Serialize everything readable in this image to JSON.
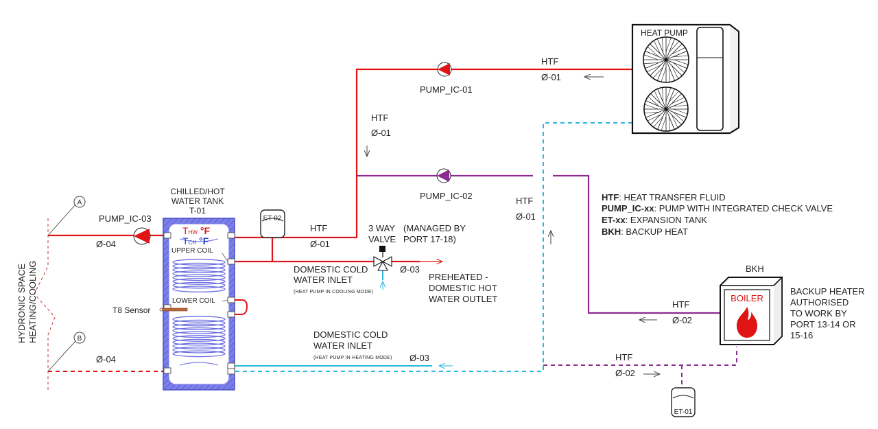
{
  "colors": {
    "red": "#e01414",
    "purple": "#8e2a92",
    "cyan": "#29b6df",
    "tank": "#6a6ee0",
    "dash": "#c03030"
  },
  "labels": {
    "heat_pump": "HEAT PUMP",
    "pump_ic_01": "PUMP_IC-01",
    "pump_ic_02": "PUMP_IC-02",
    "pump_ic_03": "PUMP_IC-03",
    "htf": "HTF",
    "d01": "Ø-01",
    "d02": "Ø-02",
    "d03": "Ø-03",
    "d04": "Ø-04",
    "tank_title_1": "CHILLED/HOT",
    "tank_title_2": "WATER TANK",
    "tank_id": "T-01",
    "thw": "T",
    "thw_sub": "HW",
    "tch": "T",
    "tch_sub": "CH",
    "deg_f": "°F",
    "upper_coil": "UPPER COIL",
    "lower_coil": "LOWER COIL",
    "t8_sensor": "T8 Sensor",
    "et02": "ET-02",
    "et01": "ET-01",
    "three_way_1": "3 WAY",
    "three_way_2": "VALVE",
    "managed_1": "(MANAGED BY",
    "managed_2": "PORT 17-18)",
    "dcw_inlet_1": "DOMESTIC COLD",
    "dcw_inlet_2": "WATER INLET",
    "hp_cooling_mode": "(HEAT PUMP IN COOLING MODE)",
    "hp_heating_mode": "(HEAT PUMP IN HEATING MODE)",
    "preheated_1": "PREHEATED -",
    "preheated_2": "DOMESTIC HOT",
    "preheated_3": "WATER OUTLET",
    "bkh": "BKH",
    "boiler": "BOILER",
    "backup_1": "BACKUP HEATER",
    "backup_2": "AUTHORISED",
    "backup_3": "TO WORK BY",
    "backup_4": "PORT 13-14 OR",
    "backup_5": "15-16",
    "hydronic_1": "HYDRONIC SPACE",
    "hydronic_2": "HEATING/COOLING",
    "point_a": "A",
    "point_b": "B"
  },
  "legend": [
    {
      "key": "HTF",
      "desc": ": HEAT TRANSFER FLUID"
    },
    {
      "key": "PUMP_IC-xx",
      "desc": ": PUMP WITH INTEGRATED CHECK VALVE"
    },
    {
      "key": "ET-xx",
      "desc": ": EXPANSION TANK"
    },
    {
      "key": "BKH",
      "desc": ": BACKUP HEAT"
    }
  ]
}
